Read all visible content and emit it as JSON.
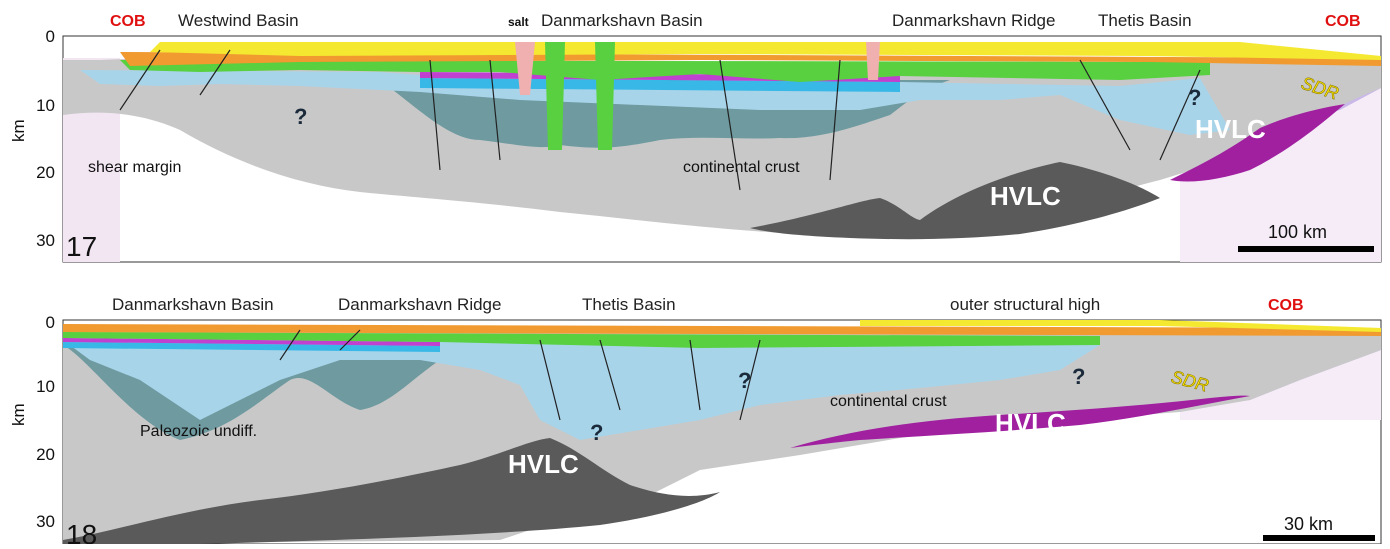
{
  "section17": {
    "number": "17",
    "labels": {
      "cob_left": "COB",
      "westwind": "Westwind Basin",
      "salt": "salt",
      "danmarkshavn_basin": "Danmarkshavn Basin",
      "danmarkshavn_ridge": "Danmarkshavn Ridge",
      "thetis": "Thetis Basin",
      "cob_right": "COB",
      "shear_margin": "shear margin",
      "continental_crust": "continental crust",
      "hvlc_main": "HVLC",
      "hvlc_right": "HVLC",
      "sdr": "SDR",
      "q1": "?",
      "q2": "?"
    },
    "axis": {
      "unit": "km",
      "ticks": [
        "0",
        "10",
        "20",
        "30"
      ]
    },
    "scale_bar": "100 km"
  },
  "section18": {
    "number": "18",
    "labels": {
      "danmarkshavn_basin": "Danmarkshavn Basin",
      "danmarkshavn_ridge": "Danmarkshavn Ridge",
      "thetis": "Thetis Basin",
      "outer_high": "outer structural high",
      "cob": "COB",
      "paleozoic": "Paleozoic undiff.",
      "continental_crust": "continental crust",
      "hvlc_main": "HVLC",
      "hvlc_right": "HVLC",
      "sdr": "SDR",
      "q1": "?",
      "q2": "?",
      "q3": "?"
    },
    "axis": {
      "unit": "km",
      "ticks": [
        "0",
        "10",
        "20",
        "30"
      ]
    },
    "scale_bar": "30 km"
  },
  "colors": {
    "crust": "#c8c8c8",
    "hvlc": "#5a5a5a",
    "hvlc_oceanic": "#a020a0",
    "sdr_zone": "#c9b8e8",
    "paleozoic": "#6e9aa0",
    "blue_layer": "#a8d4ea",
    "cyan": "#38b8e6",
    "magenta": "#c040d0",
    "green": "#58d040",
    "orange": "#f09a30",
    "yellow": "#f5e830",
    "salt": "#f0b0b0"
  }
}
